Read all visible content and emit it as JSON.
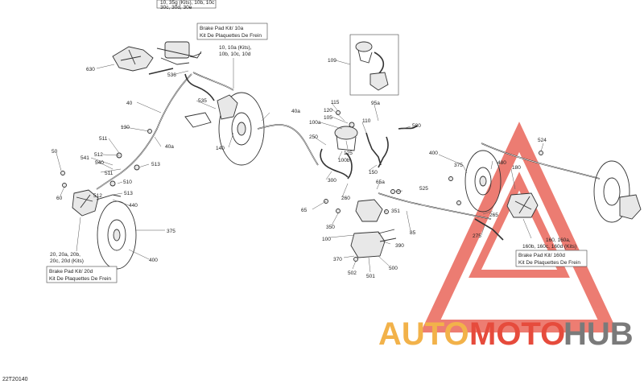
{
  "diagram_id": "22T20140",
  "callouts": [
    {
      "id": "c630",
      "text": "630"
    },
    {
      "id": "c536",
      "text": "536"
    },
    {
      "id": "c535",
      "text": "535"
    },
    {
      "id": "c40",
      "text": "40"
    },
    {
      "id": "c40a_1",
      "text": "40a"
    },
    {
      "id": "c40a_2",
      "text": "40a"
    },
    {
      "id": "c130",
      "text": "130"
    },
    {
      "id": "c140",
      "text": "140"
    },
    {
      "id": "c511a",
      "text": "511"
    },
    {
      "id": "c511b",
      "text": "511"
    },
    {
      "id": "c512a",
      "text": "512"
    },
    {
      "id": "c512b",
      "text": "512"
    },
    {
      "id": "c541",
      "text": "541"
    },
    {
      "id": "c540",
      "text": "540"
    },
    {
      "id": "c510",
      "text": "510"
    },
    {
      "id": "c513a",
      "text": "513"
    },
    {
      "id": "c513b",
      "text": "513"
    },
    {
      "id": "c50",
      "text": "50"
    },
    {
      "id": "c60",
      "text": "60"
    },
    {
      "id": "c440",
      "text": "440"
    },
    {
      "id": "c375a",
      "text": "375"
    },
    {
      "id": "c375b",
      "text": "375"
    },
    {
      "id": "c400a",
      "text": "400"
    },
    {
      "id": "c400b",
      "text": "400"
    },
    {
      "id": "c109",
      "text": "109"
    },
    {
      "id": "c115",
      "text": "115"
    },
    {
      "id": "c120",
      "text": "120"
    },
    {
      "id": "c105",
      "text": "105"
    },
    {
      "id": "c100a",
      "text": "100a"
    },
    {
      "id": "c110",
      "text": "110"
    },
    {
      "id": "c95a",
      "text": "95a"
    },
    {
      "id": "c580",
      "text": "580"
    },
    {
      "id": "c250",
      "text": "250"
    },
    {
      "id": "c125",
      "text": "125"
    },
    {
      "id": "c100b",
      "text": "100b"
    },
    {
      "id": "c150",
      "text": "150"
    },
    {
      "id": "c300",
      "text": "300"
    },
    {
      "id": "c65a",
      "text": "65a"
    },
    {
      "id": "c525",
      "text": "525"
    },
    {
      "id": "c260",
      "text": "260"
    },
    {
      "id": "c65",
      "text": "65"
    },
    {
      "id": "c350",
      "text": "350"
    },
    {
      "id": "c351",
      "text": "351"
    },
    {
      "id": "c100",
      "text": "100"
    },
    {
      "id": "c85",
      "text": "85"
    },
    {
      "id": "c370",
      "text": "370"
    },
    {
      "id": "c390",
      "text": "390"
    },
    {
      "id": "c502",
      "text": "502"
    },
    {
      "id": "c501",
      "text": "501"
    },
    {
      "id": "c500",
      "text": "500"
    },
    {
      "id": "c524",
      "text": "524"
    },
    {
      "id": "c480",
      "text": "480"
    },
    {
      "id": "c180",
      "text": "180"
    },
    {
      "id": "c265",
      "text": "265"
    },
    {
      "id": "c275",
      "text": "275"
    }
  ],
  "kit_boxes": [
    {
      "id": "kit_top",
      "lines": [
        "10, 35g (Kits), 10b, 10c",
        "30c, 30d, 30e"
      ]
    },
    {
      "id": "kit_front",
      "lines": [
        "Brake Pad Kit/ 10a",
        "Kit De Plaquettes De Frein"
      ]
    },
    {
      "id": "kit_front_nums",
      "lines": [
        "10, 10a (Kits),",
        "10b, 10c, 10d"
      ]
    },
    {
      "id": "kit_left_nums",
      "lines": [
        "20, 20a, 20b,",
        "20c, 20d (Kits)"
      ]
    },
    {
      "id": "kit_left",
      "lines": [
        "Brake Pad Kit/ 20d",
        "Kit De Plaquettes De Frein"
      ]
    },
    {
      "id": "kit_rear_nums",
      "lines": [
        "160, 160a,",
        "160b, 160c, 160d (Kits)"
      ]
    },
    {
      "id": "kit_rear",
      "lines": [
        "Brake Pad Kit/ 160d",
        "Kit De Plaquettes De Frein"
      ]
    }
  ],
  "watermark": {
    "part1": "AUTO",
    "part2": "MOTO",
    "part3": "HUB",
    "color_light": "#f2b24a",
    "color_accent": "#e64b3c",
    "color_dark": "#7a7a7a",
    "triangle_color": "#e64b3c"
  }
}
